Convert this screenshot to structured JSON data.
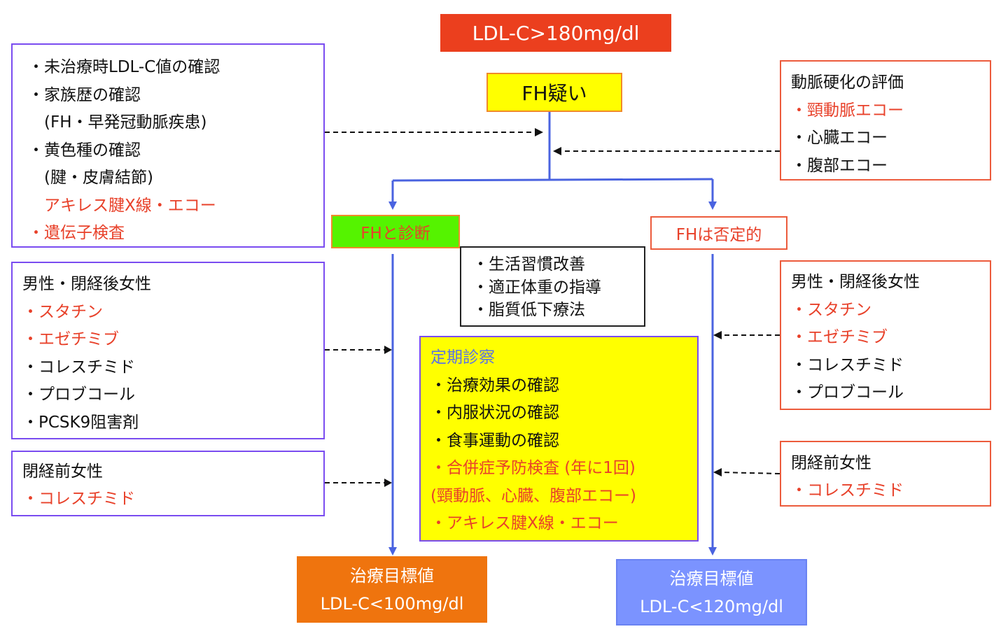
{
  "colors": {
    "accent_red": "#e8412a",
    "header_red": "#eb3f1e",
    "highlight_yellow": "#ffff00",
    "diagnosis_green": "#55f300",
    "goal_orange": "#ef740e",
    "goal_blue": "#7b93ff",
    "flow_line_blue": "#4a63e0",
    "purple_border": "#7a4cf0"
  },
  "criterion": {
    "label": "LDL-C>180mg/dl"
  },
  "suspected": {
    "label": "FH疑い"
  },
  "diagnosis_checks": {
    "lines": [
      {
        "text": "・未治療時LDL-C値の確認",
        "color": "black"
      },
      {
        "text": "・家族歴の確認",
        "color": "black"
      },
      {
        "text": "　(FH・早発冠動脈疾患)",
        "color": "black"
      },
      {
        "text": "・黄色種の確認",
        "color": "black"
      },
      {
        "text": "　(腱・皮膚結節)",
        "color": "black"
      },
      {
        "text": "　アキレス腱X線・エコー",
        "color": "red"
      },
      {
        "text": "・遺伝子検査",
        "color": "red",
        "bullet_color": "black"
      }
    ]
  },
  "atherosclerosis_eval": {
    "title": "動脈硬化の評価",
    "items": [
      {
        "text": "・頸動脈エコー",
        "color": "red"
      },
      {
        "text": "・心臓エコー",
        "color": "black"
      },
      {
        "text": "・腹部エコー",
        "color": "black"
      }
    ]
  },
  "branches": {
    "diagnosed": {
      "label": "FHと診断"
    },
    "negative": {
      "label": "FHは否定的"
    }
  },
  "lifestyle": {
    "items": [
      "・生活習慣改善",
      "・適正体重の指導",
      "・脂質低下療法"
    ]
  },
  "left_treatment_men": {
    "title": "男性・閉経後女性",
    "items": [
      {
        "text": "・スタチン",
        "color": "red"
      },
      {
        "text": "・エゼチミブ",
        "color": "red"
      },
      {
        "text": "・コレスチミド",
        "color": "black"
      },
      {
        "text": "・プロブコール",
        "color": "black"
      },
      {
        "text": "・PCSK9阻害剤",
        "color": "black"
      }
    ]
  },
  "left_treatment_premeno": {
    "title": "閉経前女性",
    "items": [
      {
        "text": "・コレスチミド",
        "color": "red"
      }
    ]
  },
  "right_treatment_men": {
    "title": "男性・閉経後女性",
    "items": [
      {
        "text": "・スタチン",
        "color": "red"
      },
      {
        "text": "・エゼチミブ",
        "color": "red"
      },
      {
        "text": "・コレスチミド",
        "color": "black"
      },
      {
        "text": "・プロブコール",
        "color": "black"
      }
    ]
  },
  "right_treatment_premeno": {
    "title": "閉経前女性",
    "items": [
      {
        "text": "・コレスチミド",
        "color": "red"
      }
    ]
  },
  "followup": {
    "title": "定期診察",
    "items": [
      {
        "text": "・治療効果の確認",
        "color": "black"
      },
      {
        "text": "・内服状況の確認",
        "color": "black"
      },
      {
        "text": "・食事運動の確認",
        "color": "black"
      },
      {
        "text": "・合併症予防検査 (年に1回)",
        "color": "red"
      },
      {
        "text": " (頸動脈、心臓、腹部エコー)",
        "color": "red"
      },
      {
        "text": "・アキレス腱X線・エコー",
        "color": "red"
      }
    ]
  },
  "goal_fh": {
    "title": "治療目標値",
    "value": "LDL-C<100mg/dl"
  },
  "goal_non_fh": {
    "title": "治療目標値",
    "value": "LDL-C<120mg/dl"
  }
}
